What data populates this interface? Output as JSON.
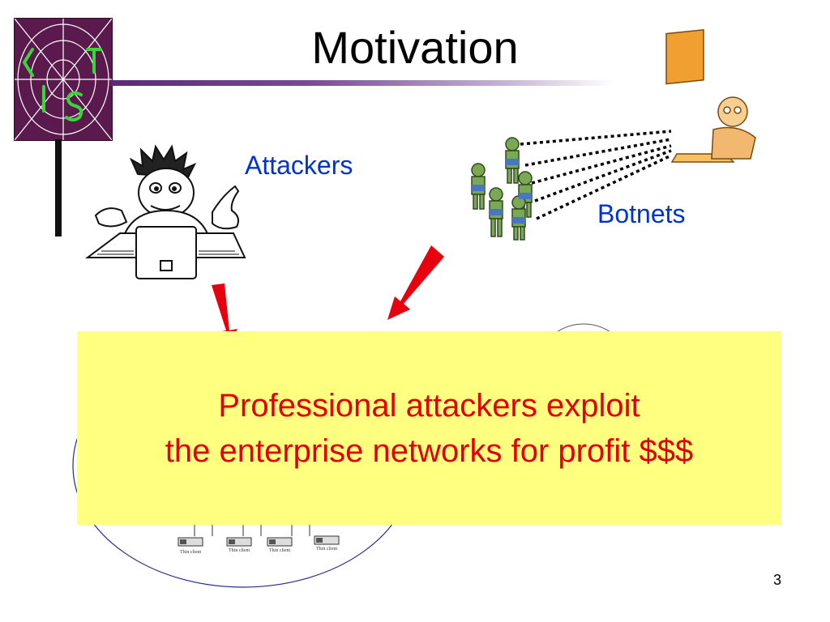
{
  "slide": {
    "title": "Motivation",
    "number": "3"
  },
  "labels": {
    "attackers": "Attackers",
    "botnets": "Botnets"
  },
  "callout": {
    "line1": "Professional attackers exploit",
    "line2": "the enterprise networks for profit $$$"
  },
  "network": {
    "client_labels": [
      "Thin client",
      "Thin client",
      "Thin client",
      "Thin client"
    ]
  },
  "colors": {
    "title_rule": "#5a2a7a",
    "label_blue": "#0033cc",
    "callout_bg": "#ffff80",
    "callout_text": "#e00000",
    "arrow_red": "#e8000e"
  }
}
